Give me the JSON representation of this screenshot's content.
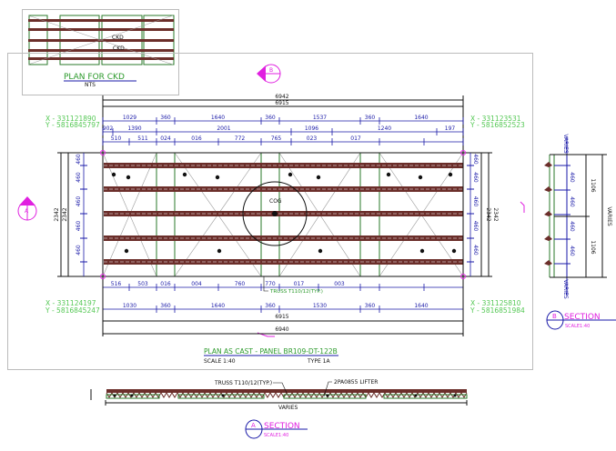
{
  "inset": {
    "title": "PLAN FOR CKD",
    "subtitle": "NTS",
    "labels": [
      "CKD",
      "CKD"
    ]
  },
  "plan": {
    "title": "PLAN AS CAST - PANEL BR109-DT-122B",
    "scale": "SCALE 1:40",
    "type": "TYPE 1A",
    "section_b_marker": "B",
    "section_a_marker": "A",
    "cog_label": "COG",
    "truss_callout": "TRUSS T110/12(TYP.)",
    "top_dims": {
      "overall": "6942",
      "inner": "6915",
      "row1": [
        "1029",
        "360",
        "1640",
        "360",
        "1537",
        "360",
        "1640"
      ],
      "row2": [
        "902",
        "1390",
        "2001",
        "1096",
        "1240",
        "197"
      ],
      "row3": [
        "510",
        "511",
        "024",
        "016",
        "772",
        "765",
        "023",
        "017"
      ]
    },
    "bottom_dims": {
      "row1": [
        "516",
        "503",
        "016",
        "004",
        "760",
        "770",
        "017",
        "003"
      ],
      "row2": [
        "1030",
        "360",
        "1640",
        "360",
        "1530",
        "360",
        "1640"
      ],
      "inner": "6915",
      "overall": "6940"
    },
    "side_dims": {
      "outer": "2342",
      "inner": "2342",
      "pitch": [
        "460",
        "460",
        "460",
        "460",
        "460"
      ]
    },
    "coords": {
      "top_left": [
        "X - 331121890",
        "Y - 5816845797"
      ],
      "top_right": [
        "X - 331123531",
        "Y - 5816852523"
      ],
      "bottom_left": [
        "X - 331124197",
        "Y - 5816845247"
      ],
      "bottom_right": [
        "X - 331125810",
        "Y - 5816851984"
      ]
    }
  },
  "section_a": {
    "marker": "A",
    "title": "SECTION",
    "scale": "SCALE1:40",
    "truss_callout": "TRUSS T110/12(TYP.)",
    "lifter_callout": "2PA0855 LIFTER",
    "length": "VARIES"
  },
  "section_b": {
    "marker": "B",
    "title": "SECTION",
    "scale": "SCALE1:40",
    "dims": [
      "VARIES",
      "1106",
      "1106",
      "VARIES",
      "VARIES"
    ],
    "pitch": [
      "460",
      "460",
      "460",
      "460"
    ]
  },
  "colors": {
    "panel": "#2a7a2a",
    "strip": "#6b2e2a",
    "dimension": "#1a1aa8",
    "coord": "#55c855",
    "marker": "#e020e0"
  }
}
